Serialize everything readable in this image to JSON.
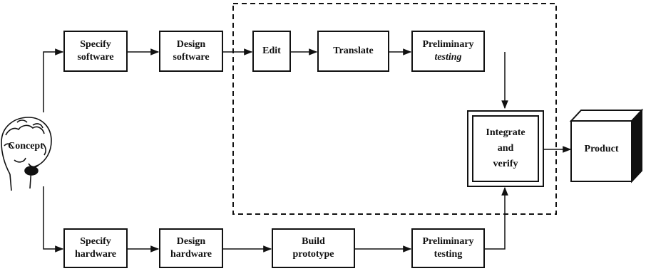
{
  "concept": {
    "label": "Concept"
  },
  "software_path": {
    "specify": [
      "Specify",
      "software"
    ],
    "design": [
      "Design",
      "software"
    ],
    "edit": "Edit",
    "translate": "Translate",
    "preliminary": [
      "Preliminary",
      "testing"
    ]
  },
  "hardware_path": {
    "specify": [
      "Specify",
      "hardware"
    ],
    "design": [
      "Design",
      "hardware"
    ],
    "build": [
      "Build",
      "prototype"
    ],
    "preliminary": [
      "Preliminary",
      "testing"
    ]
  },
  "integrate": [
    "Integrate",
    "and",
    "verify"
  ],
  "product": {
    "label": "Product"
  }
}
